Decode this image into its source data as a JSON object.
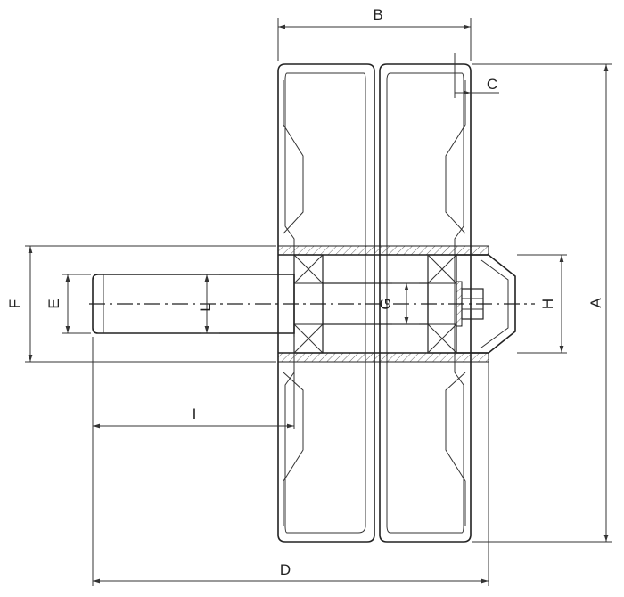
{
  "dimension_labels": {
    "A": "A",
    "B": "B",
    "C": "C",
    "D": "D",
    "E": "E",
    "F": "F",
    "G": "G",
    "H": "H",
    "I": "I",
    "L": "L"
  },
  "colors": {
    "line": "#333333",
    "hatch": "#444444",
    "background": "#ffffff"
  }
}
